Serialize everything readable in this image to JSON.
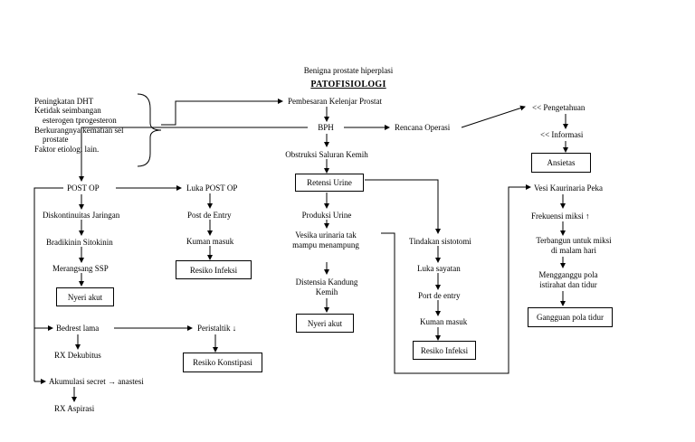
{
  "header": {
    "subtitle": "Benigna prostate hiperplasi",
    "title": "PATOFISIOLOGI"
  },
  "causes": {
    "l1": "Peningkatan DHT",
    "l2": "Ketidak seimbangan",
    "l3": "esterogen tprogesteron",
    "l4": "Berkurangnya kematian sel",
    "l5": "prostate",
    "l6": "Faktor etiologi lain."
  },
  "main_flow": {
    "enlargement": "Pembesaran Kelenjar Prostat",
    "bph": "BPH",
    "operation_plan": "Rencana Operasi",
    "obstruction": "Obstruksi Saluran Kemih",
    "retention": "Retensi Urine",
    "urine_production": "Produksi Urine",
    "bladder_l1": "Vesika urinaria tak",
    "bladder_l2": "mampu menampung",
    "distension_l1": "Distensia Kandung",
    "distension_l2": "Kemih",
    "dx_pain": "Nyeri akut"
  },
  "post_op": {
    "title": "POST OP",
    "continuity": "Diskontinuitas Jaringan",
    "bradykinin": "Bradikinin Sitokinin",
    "ssp": "Merangsang SSP",
    "dx_pain": "Nyeri akut",
    "wound": "Luka POST OP",
    "entry": "Post de Entry",
    "germs": "Kuman masuk",
    "dx_infection": "Resiko Infeksi",
    "bedrest": "Bedrest lama",
    "peristaltic": "Peristaltik ↓",
    "dx_constipation": "Resiko Konstipasi",
    "rx_decubitus": "RX Dekubitus",
    "secretion": "Akumulasi secret → anastesi",
    "rx_aspiration": "RX Aspirasi"
  },
  "cystotomy": {
    "action": "Tindakan sistotomi",
    "incision": "Luka sayatan",
    "entry": "Port de entry",
    "germs": "Kuman masuk",
    "dx_infection": "Resiko Infeksi"
  },
  "knowledge": {
    "knowledge": "<< Pengetahuan",
    "information": "<< Informasi",
    "dx_anxiety": "Ansietas"
  },
  "elimination": {
    "sensitive": "Vesi Kaurinaria Peka",
    "frequency": "Frekuensi miksi ↑",
    "wake_l1": "Terbangun untuk miksi",
    "wake_l2": "di malam hari",
    "disturb_l1": "Mengganggu pola",
    "disturb_l2": "istirahat dan tidur",
    "dx_sleep": "Gangguan pola tidur"
  }
}
